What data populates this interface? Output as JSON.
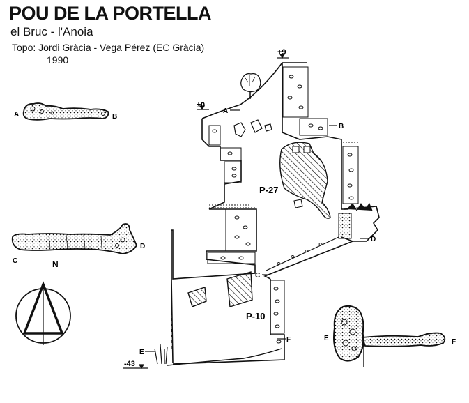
{
  "header": {
    "title": "POU DE LA PORTELLA",
    "subtitle": "el Bruc - l'Anoia",
    "credit": "Topo: Jordi Gràcia - Vega Pérez   (EC Gràcia)",
    "year": "1990"
  },
  "depths": {
    "top": "+9",
    "entrance": "±0",
    "bottom": "-43"
  },
  "pitches": {
    "main": "P-27",
    "lower": "P-10"
  },
  "section_markers": {
    "a": "A",
    "b": "B",
    "c": "C",
    "d": "D",
    "e": "E",
    "f": "F"
  },
  "plan_labels": {
    "a": "A",
    "b": "B",
    "c": "C",
    "d": "D",
    "e": "E",
    "f": "F",
    "north": "N"
  },
  "colors": {
    "ink": "#111111",
    "background": "#ffffff"
  }
}
